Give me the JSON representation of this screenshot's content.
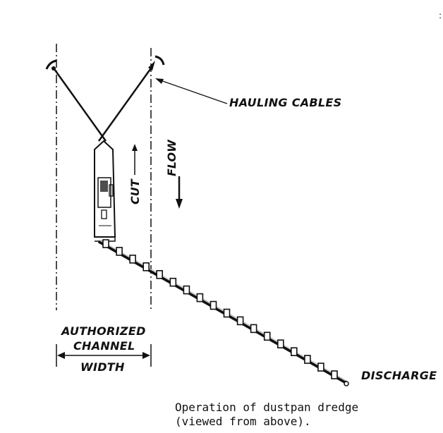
{
  "labels": {
    "hauling_cables": "HAULING CABLES",
    "cut": "CUT",
    "flow": "FLOW",
    "authorized": "AUTHORIZED",
    "channel": "CHANNEL",
    "width": "WIDTH",
    "discharge": "DISCHARGE"
  },
  "caption": {
    "line1": "Operation of dustpan dredge",
    "line2": "(viewed from above)."
  },
  "colors": {
    "ink": "#111111",
    "background": "#ffffff"
  }
}
